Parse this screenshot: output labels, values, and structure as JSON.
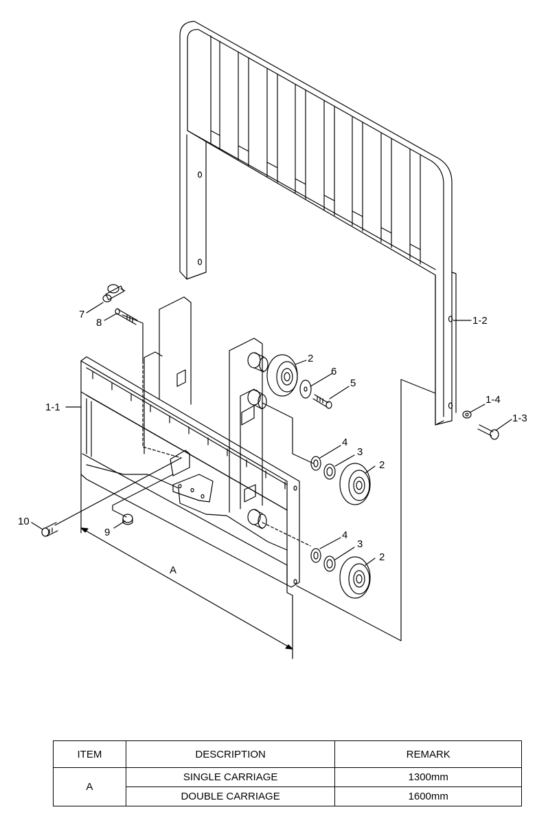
{
  "labels": {
    "l_1_1": "1-1",
    "l_1_2": "1-2",
    "l_1_3": "1-3",
    "l_1_4": "1-4",
    "l_2a": "2",
    "l_2b": "2",
    "l_2c": "2",
    "l_3a": "3",
    "l_3b": "3",
    "l_4a": "4",
    "l_4b": "4",
    "l_5": "5",
    "l_6": "6",
    "l_7": "7",
    "l_8": "8",
    "l_9": "9",
    "l_10": "10",
    "dim_a": "A"
  },
  "table": {
    "headers": [
      "ITEM",
      "DESCRIPTION",
      "REMARK"
    ],
    "item": "A",
    "rows": [
      {
        "description": "SINGLE CARRIAGE",
        "remark": "1300mm"
      },
      {
        "description": "DOUBLE CARRIAGE",
        "remark": "1600mm"
      }
    ]
  }
}
